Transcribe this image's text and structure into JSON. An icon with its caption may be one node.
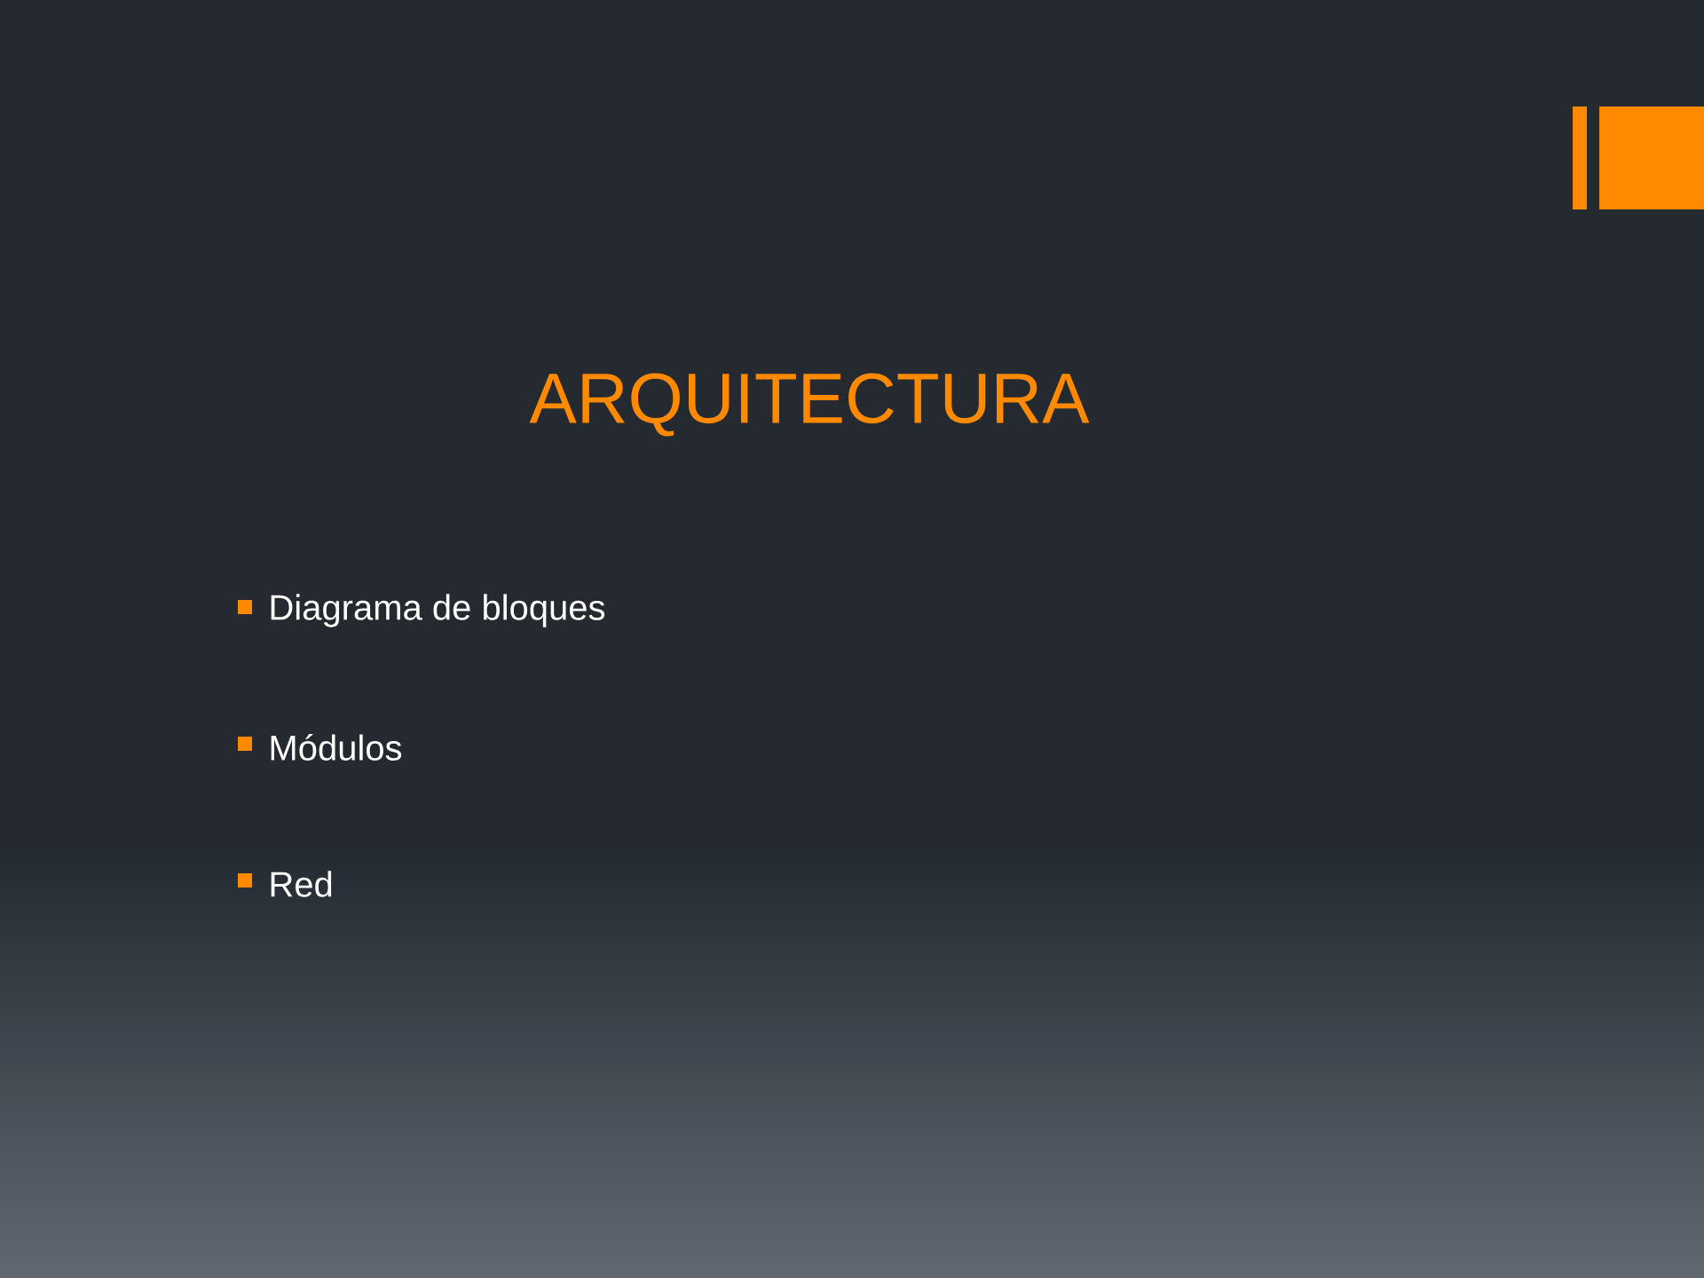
{
  "diagram": {
    "title": "ARQUITECTURA",
    "labels": [
      "Diagrama de bloques",
      "Módulos",
      "Red"
    ]
  }
}
